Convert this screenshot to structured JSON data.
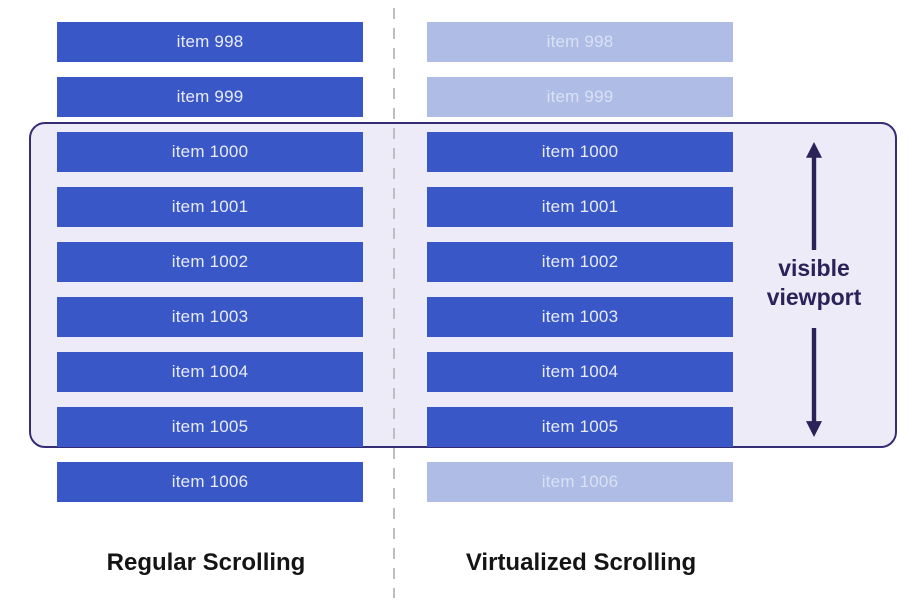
{
  "left_column": {
    "caption": "Regular Scrolling",
    "items": [
      {
        "label": "item 998",
        "state": "rendered"
      },
      {
        "label": "item 999",
        "state": "rendered"
      },
      {
        "label": "item 1000",
        "state": "rendered"
      },
      {
        "label": "item 1001",
        "state": "rendered"
      },
      {
        "label": "item 1002",
        "state": "rendered"
      },
      {
        "label": "item 1003",
        "state": "rendered"
      },
      {
        "label": "item 1004",
        "state": "rendered"
      },
      {
        "label": "item 1005",
        "state": "rendered"
      },
      {
        "label": "item 1006",
        "state": "rendered"
      }
    ]
  },
  "right_column": {
    "caption": "Virtualized Scrolling",
    "items": [
      {
        "label": "item 998",
        "state": "virtualized"
      },
      {
        "label": "item 999",
        "state": "virtualized"
      },
      {
        "label": "item 1000",
        "state": "rendered"
      },
      {
        "label": "item 1001",
        "state": "rendered"
      },
      {
        "label": "item 1002",
        "state": "rendered"
      },
      {
        "label": "item 1003",
        "state": "rendered"
      },
      {
        "label": "item 1004",
        "state": "rendered"
      },
      {
        "label": "item 1005",
        "state": "rendered"
      },
      {
        "label": "item 1006",
        "state": "virtualized"
      }
    ]
  },
  "viewport_overlay": {
    "label": "visible viewport"
  },
  "colors": {
    "bar_solid": "#3A57C7",
    "bar_muted": "#AEBCE6",
    "bar_text": "#E7ECF8",
    "bar_text_muted": "#D9E1F3",
    "viewport_fill": "#EDEBF8",
    "viewport_border": "#352C76",
    "arrow": "#2A2258",
    "divider": "#BDBDC2",
    "caption": "#141414",
    "page_bg": "#FFFFFF"
  }
}
